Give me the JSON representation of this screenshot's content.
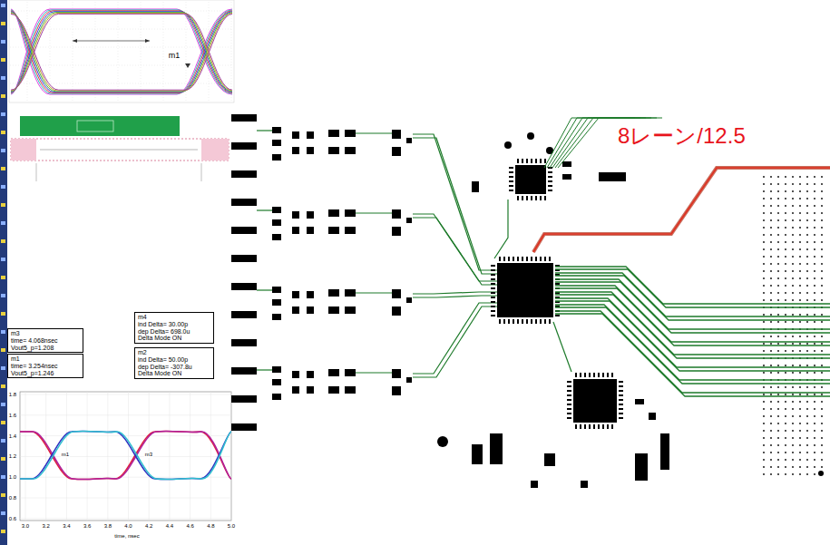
{
  "diagram": {
    "nodes": [
      {
        "text": [
          "m3",
          "time= 4.068nsec",
          "Vout5_p=1.208"
        ]
      },
      {
        "text": [
          "m1",
          "time= 3.254nsec",
          "Vout5_p=1.246"
        ]
      },
      {
        "text": [
          "m4",
          "ind Delta= 30.00p",
          "dep Delta= 698.0u",
          "Delta Mode ON"
        ]
      },
      {
        "text": [
          "m2",
          "ind Delta= 50.00p",
          "dep Delta= -307.8u",
          "Delta Mode ON"
        ]
      }
    ],
    "labels": [
      "m1",
      "8レーン/12.5",
      "1.8",
      "1.6",
      "1.4",
      "1.2",
      "1.0",
      "0.8",
      "0.6",
      "3.0",
      "3.2",
      "3.4",
      "3.6",
      "3.8",
      "4.0",
      "4.2",
      "4.4",
      "4.6",
      "4.8",
      "5.0",
      "time, nsec",
      "m1",
      "m3"
    ]
  }
}
